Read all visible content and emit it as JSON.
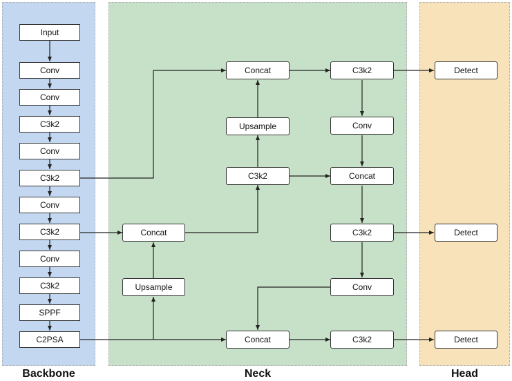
{
  "sections": {
    "backbone": "Backbone",
    "neck": "Neck",
    "head": "Head"
  },
  "backbone": [
    "Input",
    "Conv",
    "Conv",
    "C3k2",
    "Conv",
    "C3k2",
    "Conv",
    "C3k2",
    "Conv",
    "C3k2",
    "SPPF",
    "C2PSA"
  ],
  "neck": {
    "concat_top": "Concat",
    "upsample_top": "Upsample",
    "c3k2_mid": "C3k2",
    "concat_left": "Concat",
    "upsample_left": "Upsample",
    "concat_bottom": "Concat",
    "c3k2_right_top": "C3k2",
    "conv_right_1": "Conv",
    "concat_right": "Concat",
    "c3k2_right_mid": "C3k2",
    "conv_right_2": "Conv",
    "c3k2_right_bottom": "C3k2"
  },
  "head": [
    "Detect",
    "Detect",
    "Detect"
  ],
  "colors": {
    "backbone_bg": "#c3d8f0",
    "neck_bg": "#c7e0c8",
    "head_bg": "#f8e2b9",
    "edge": "#222222"
  }
}
